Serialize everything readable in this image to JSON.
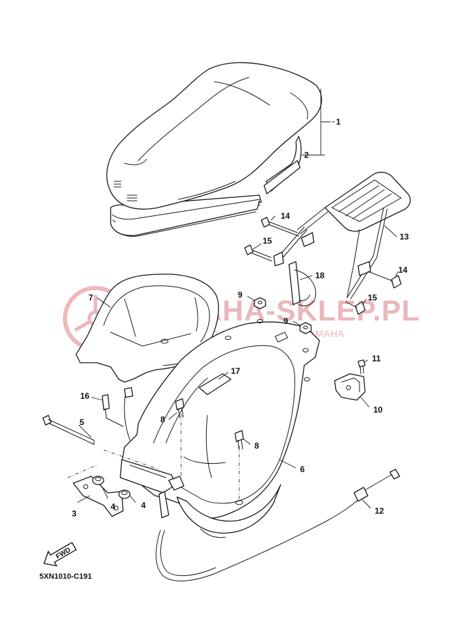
{
  "watermark": {
    "brand": "YAMAHA-SKLEP.PL",
    "tagline": "WOJCIK MOTOWIZYTA DEALER YAMAHA",
    "logo_color": "#e8a0a6"
  },
  "diagram_code": "5XN1010-C191",
  "fwd_label": "FWD",
  "callouts": {
    "c1": "1",
    "c2": "2",
    "c3": "3",
    "c4a": "4",
    "c4b": "4",
    "c5": "5",
    "c6": "6",
    "c7": "7",
    "c8a": "8",
    "c8b": "8",
    "c9a": "9",
    "c9b": "9",
    "c10": "10",
    "c11": "11",
    "c12": "12",
    "c13": "13",
    "c14a": "14",
    "c14b": "14",
    "c15a": "15",
    "c15b": "15",
    "c16": "16",
    "c17": "17",
    "c18": "18"
  }
}
